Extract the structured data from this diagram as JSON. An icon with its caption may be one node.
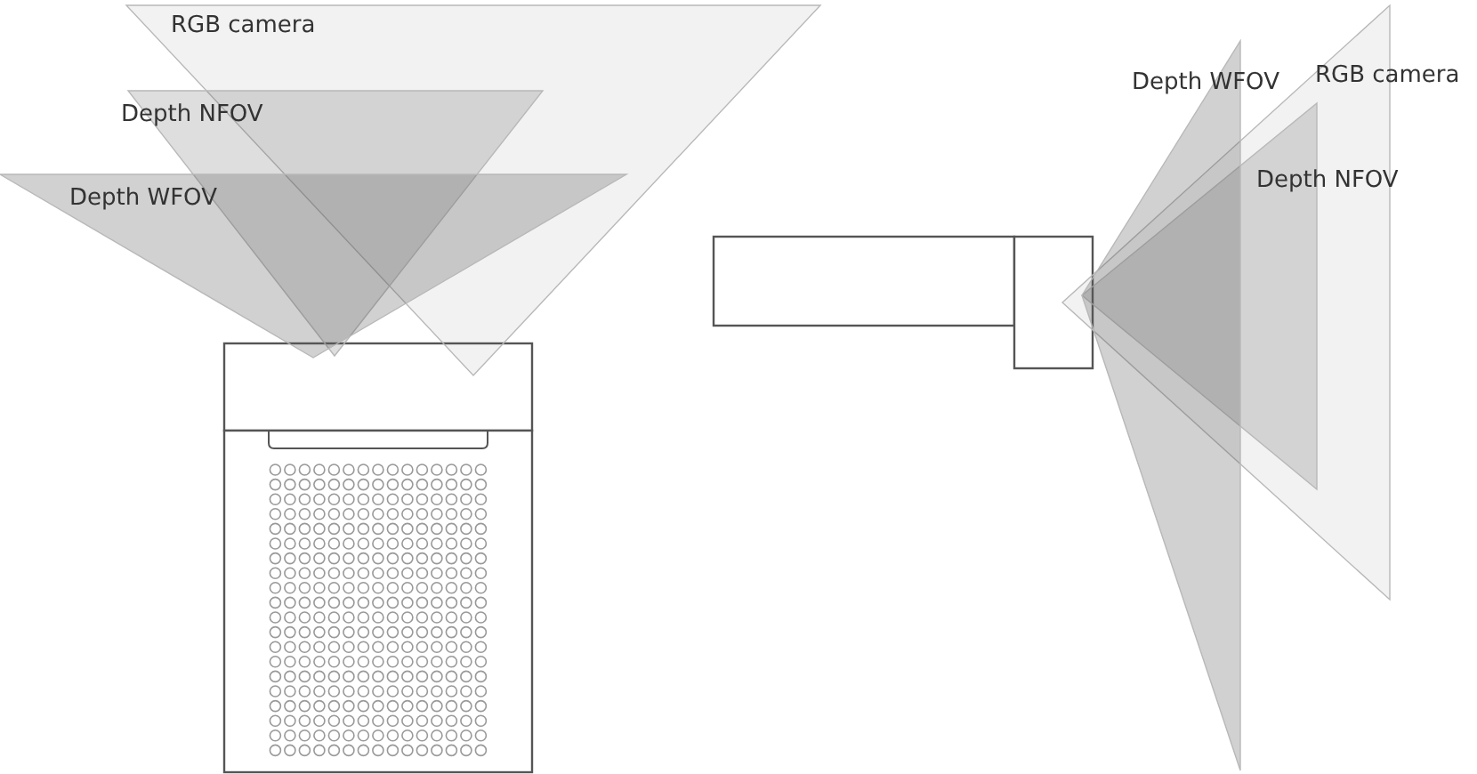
{
  "diagram": {
    "labels": [
      "RGB camera",
      "Depth NFOV",
      "Depth WFOV",
      "Depth WFOV",
      "RGB camera",
      "Depth NFOV"
    ]
  }
}
